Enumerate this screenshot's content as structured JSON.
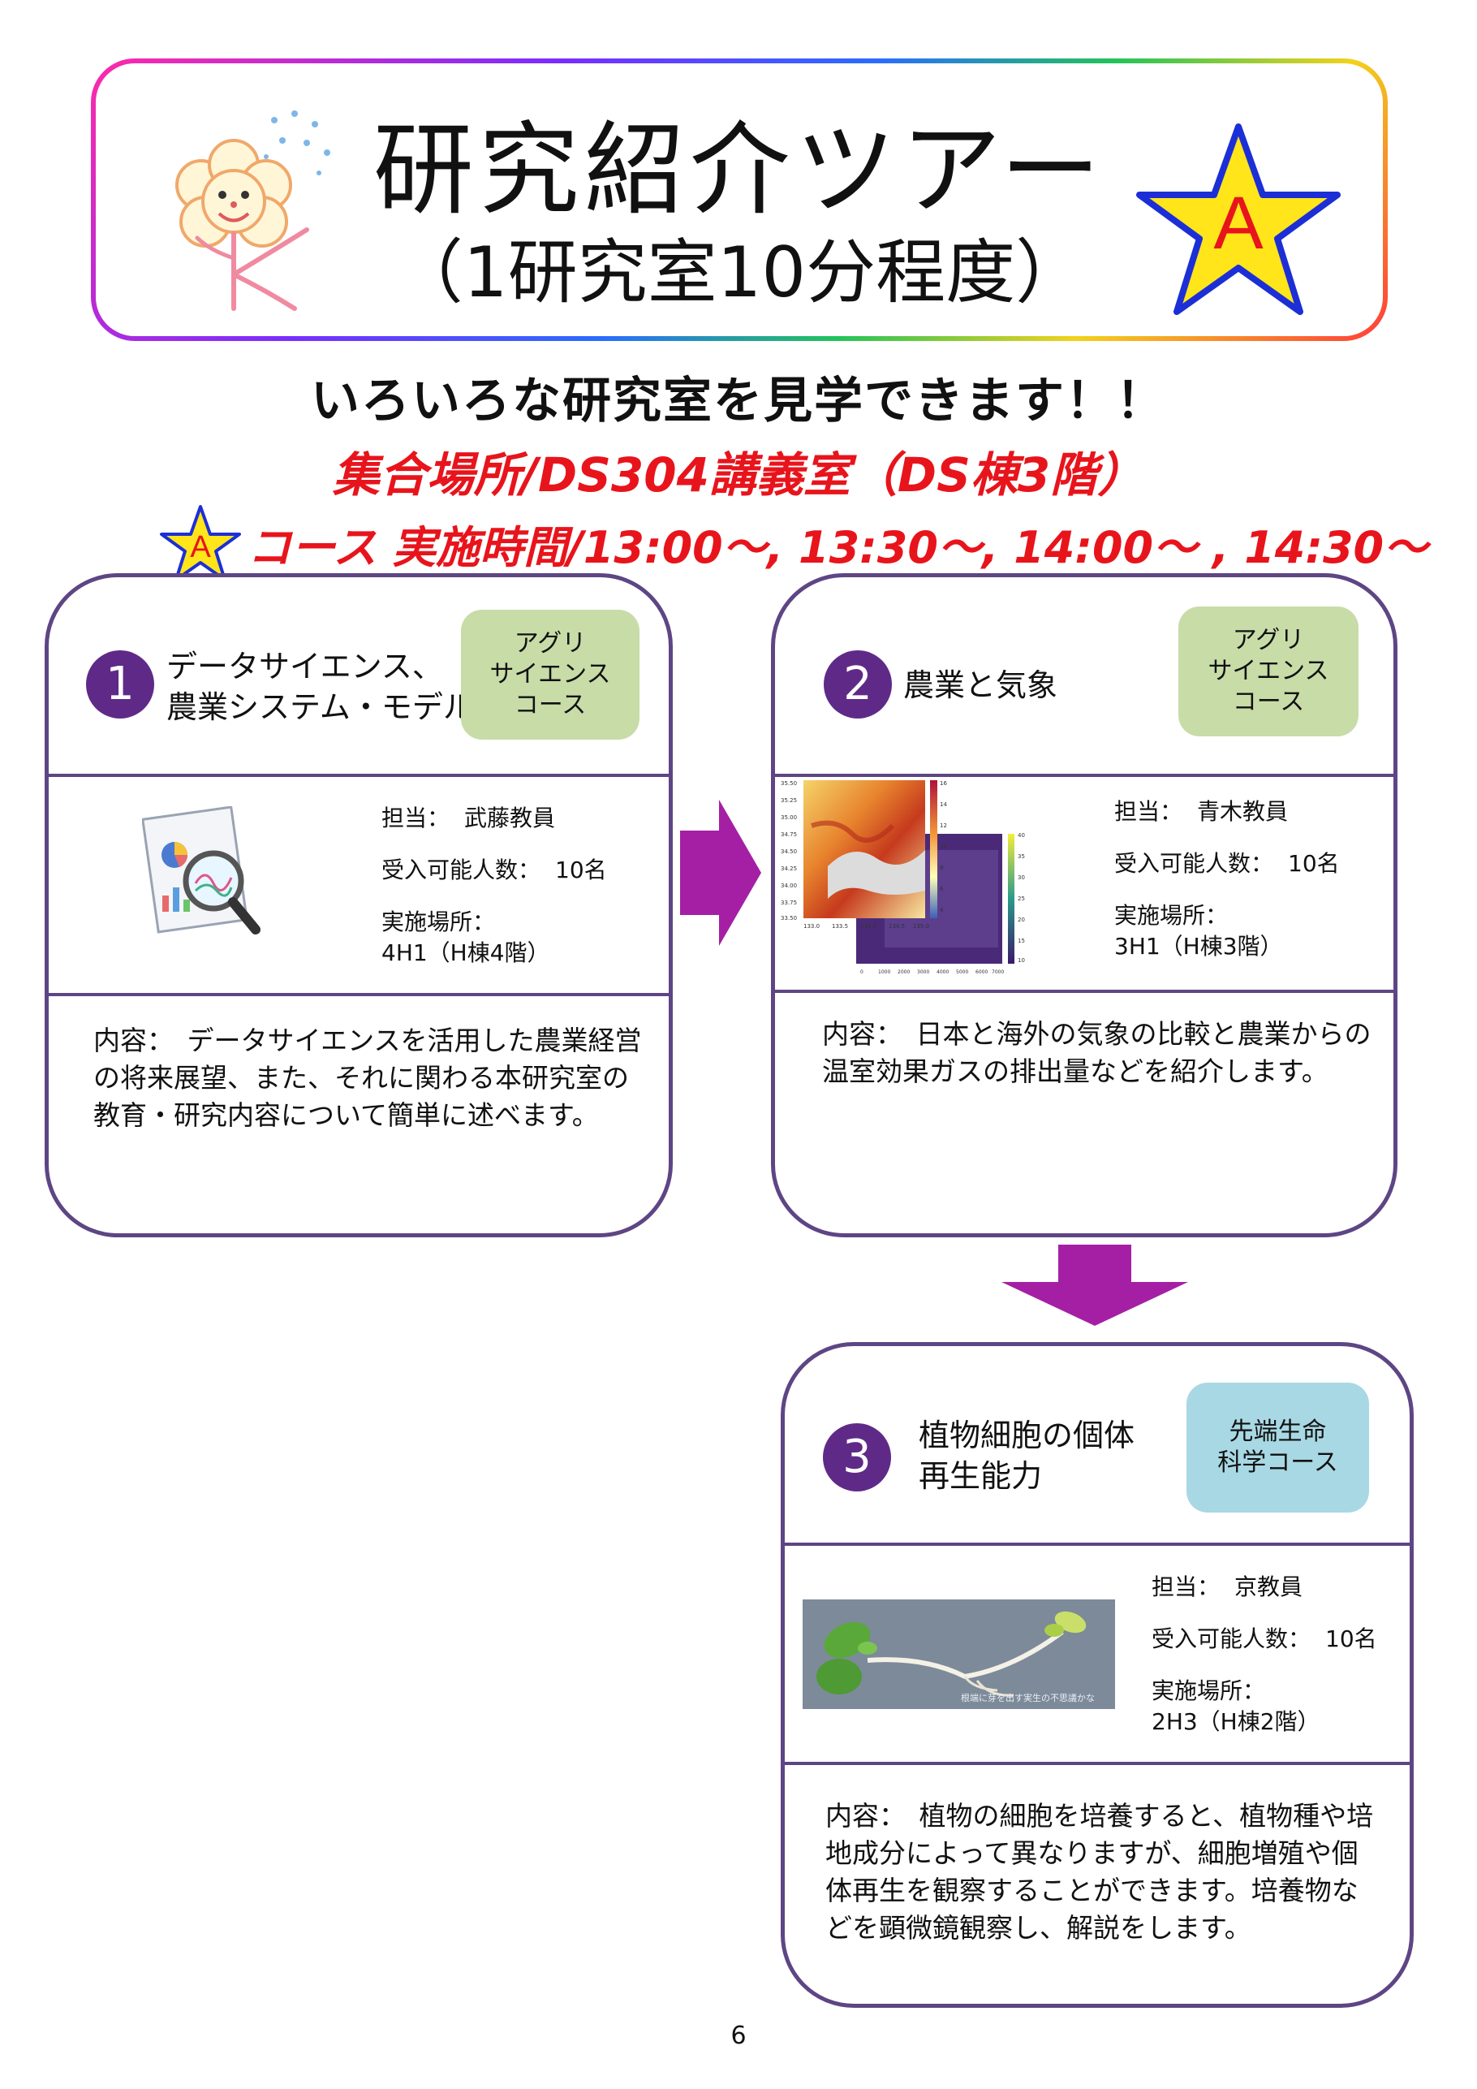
{
  "header": {
    "title": "研究紹介ツアー",
    "subtitle": "（1研究室10分程度）",
    "badge_letter": "A",
    "mascot_letter": "K"
  },
  "tagline": "いろいろな研究室を見学できます！！",
  "meeting_place": "集合場所/DS304講義室（DS棟3階）",
  "course": {
    "badge_letter": "A",
    "text": "コース 実施時間/13:00～, 13:30～, 14:00～ , 14:30～"
  },
  "labs": [
    {
      "number": "1",
      "title_lines": [
        "データサイエンス、",
        "農業システム・モデル"
      ],
      "course_tag": [
        "アグリ",
        "サイエンス",
        "コース"
      ],
      "staff_label": "担当：",
      "staff": "武藤教員",
      "capacity_label": "受入可能人数：",
      "capacity": "10名",
      "location_label": "実施場所：",
      "location": "4H1（H棟4階）",
      "content": "内容：　データサイエンスを活用した農業経営の将来展望、また、それに関わる本研究室の教育・研究内容について簡単に述べます。"
    },
    {
      "number": "2",
      "title_lines": [
        "農業と気象"
      ],
      "course_tag": [
        "アグリ",
        "サイエンス",
        "コース"
      ],
      "staff_label": "担当：",
      "staff": "青木教員",
      "capacity_label": "受入可能人数：",
      "capacity": "10名",
      "location_label": "実施場所：",
      "location": "3H1（H棟3階）",
      "content": "内容：　日本と海外の気象の比較と農業からの温室効果ガスの排出量などを紹介します。",
      "map_ticks_y": [
        "35.50",
        "35.25",
        "35.00",
        "34.75",
        "34.50",
        "34.25",
        "34.00",
        "33.75",
        "33.50"
      ],
      "map_ticks_x": [
        "133.0",
        "133.5",
        "134.0",
        "134.5",
        "135.0"
      ],
      "colorbar_ticks": [
        "16",
        "14",
        "12",
        "10",
        "8",
        "6",
        "4"
      ],
      "colorbar2_ticks": [
        "40",
        "35",
        "30",
        "25",
        "20",
        "15",
        "10"
      ],
      "hist_ticks_x": [
        "0",
        "1000",
        "2000",
        "3000",
        "4000",
        "5000",
        "6000",
        "7000"
      ]
    },
    {
      "number": "3",
      "title_lines": [
        "植物細胞の個体",
        "再生能力"
      ],
      "course_tag": [
        "先端生命",
        "科学コース"
      ],
      "staff_label": "担当：",
      "staff": "京教員",
      "capacity_label": "受入可能人数：",
      "capacity": "10名",
      "location_label": "実施場所：",
      "location": "2H3（H棟2階）",
      "content": "内容：　植物の細胞を培養すると、植物種や培地成分によって異なりますが、細胞増殖や個体再生を観察することができます。培養物などを顕微鏡観察し、解説をします。",
      "photo_caption": "根端に芽を出す実生の不思議かな"
    }
  ],
  "page_number": "6",
  "colors": {
    "accent_red": "#e8141c",
    "card_border": "#5e4584",
    "number_circle": "#5f2a87",
    "arrow": "#a51fa5",
    "tag_green": "#c8dca8",
    "tag_blue": "#a8d8e4"
  }
}
